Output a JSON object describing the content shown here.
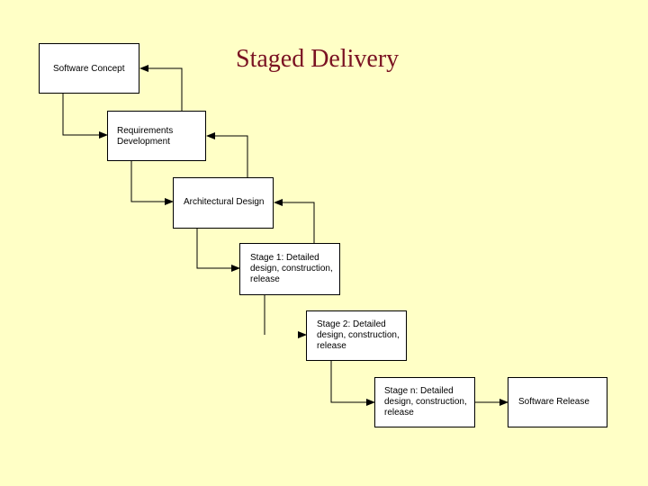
{
  "slide": {
    "title": "Staged Delivery"
  },
  "diagram": {
    "boxes": {
      "software_concept": "Software Concept",
      "requirements_development": "Requirements\nDevelopment",
      "architectural_design": "Architectural Design",
      "stage_1": "Stage 1: Detailed\ndesign, construction,\nrelease",
      "stage_2": "Stage 2: Detailed\ndesign, construction,\nrelease",
      "stage_n": "Stage n: Detailed\ndesign, construction,\nrelease",
      "software_release": "Software Release"
    }
  }
}
